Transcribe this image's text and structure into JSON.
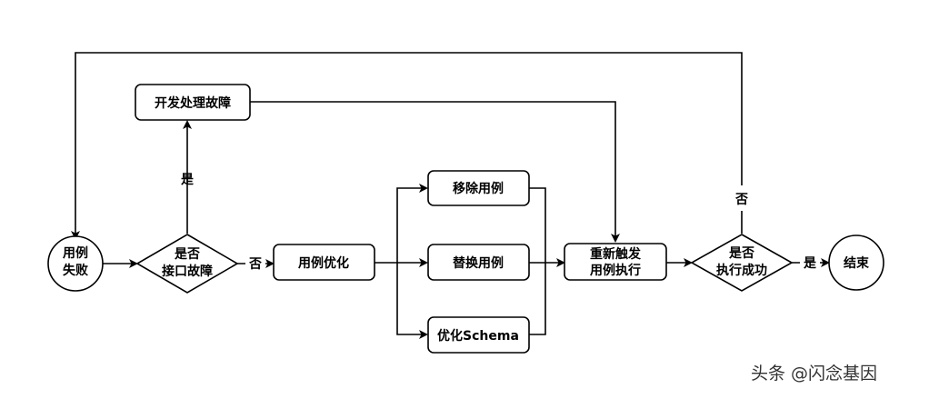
{
  "nodes": {
    "case_failed": [
      "用例",
      "失败"
    ],
    "is_interface_fault": [
      "是否",
      "接口故障"
    ],
    "dev_handle_fault": "开发处理故障",
    "case_optimize": "用例优化",
    "remove_case": "移除用例",
    "replace_case": "替换用例",
    "optimize_schema": "优化Schema",
    "retrigger": [
      "重新触发",
      "用例执行"
    ],
    "is_success": [
      "是否",
      "执行成功"
    ],
    "end": "结束"
  },
  "edge_labels": {
    "fault_yes": "是",
    "fault_no": "否",
    "success_yes": "是",
    "success_no": "否"
  },
  "watermark": "头条 @闪念基因"
}
